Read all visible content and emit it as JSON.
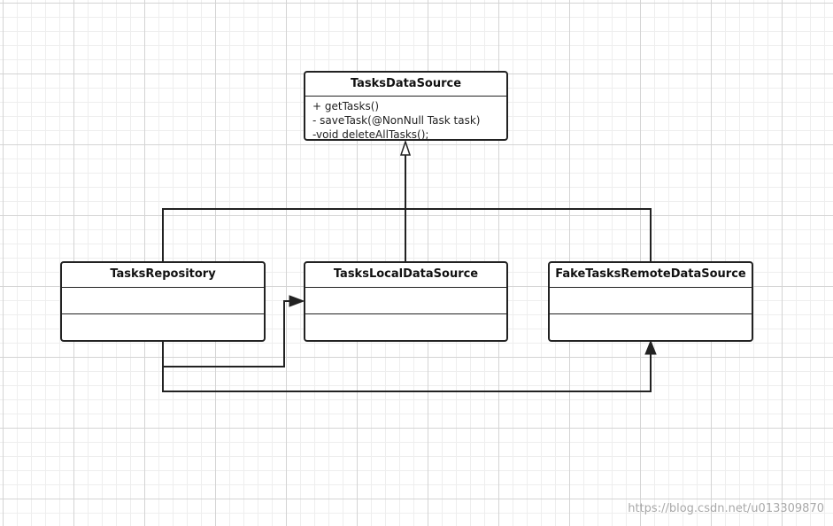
{
  "diagram": {
    "classes": {
      "datasource": {
        "name": "TasksDataSource",
        "operations": [
          "+ getTasks()",
          "- saveTask(@NonNull Task task)",
          "-void deleteAllTasks();"
        ]
      },
      "repository": {
        "name": "TasksRepository"
      },
      "local": {
        "name": "TasksLocalDataSource"
      },
      "remote": {
        "name": "FakeTasksRemoteDataSource"
      }
    },
    "relationships": [
      {
        "from": "TasksRepository",
        "to": "TasksDataSource",
        "kind": "realization"
      },
      {
        "from": "TasksLocalDataSource",
        "to": "TasksDataSource",
        "kind": "realization"
      },
      {
        "from": "FakeTasksRemoteDataSource",
        "to": "TasksDataSource",
        "kind": "realization"
      },
      {
        "from": "TasksRepository",
        "to": "TasksLocalDataSource",
        "kind": "association"
      },
      {
        "from": "TasksRepository",
        "to": "FakeTasksRemoteDataSource",
        "kind": "association"
      }
    ],
    "colors": {
      "line": "#222222",
      "grid_major": "#d4d4d4",
      "grid_minor": "#eeeeee"
    }
  },
  "watermark": "https://blog.csdn.net/u013309870"
}
